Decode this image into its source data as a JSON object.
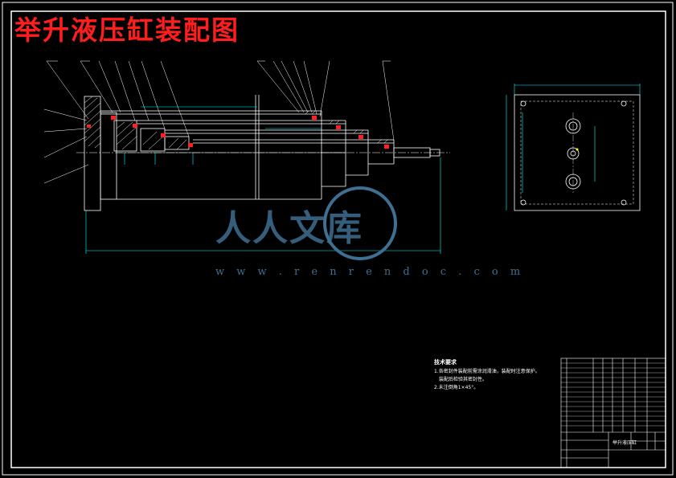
{
  "drawing": {
    "title": "举升液压缸装配图",
    "title_color": "#ff1e1e",
    "line_color": "#ffffff",
    "seal_color": "#ff2020",
    "dim_color": "#00ffff"
  },
  "watermark": {
    "text": "人人文库",
    "url": "w w w . r e n r e n d o c . c o m",
    "color": "#3f6f92"
  },
  "tech_requirements": {
    "heading": "技术要求",
    "items": [
      "1.各密封件装配前需涂润滑油，装配时注意保护。",
      "装配后检验其密封性。",
      "2.未注倒角1×45°。"
    ]
  },
  "title_block": {
    "drawing_name": "举升液压缸"
  }
}
